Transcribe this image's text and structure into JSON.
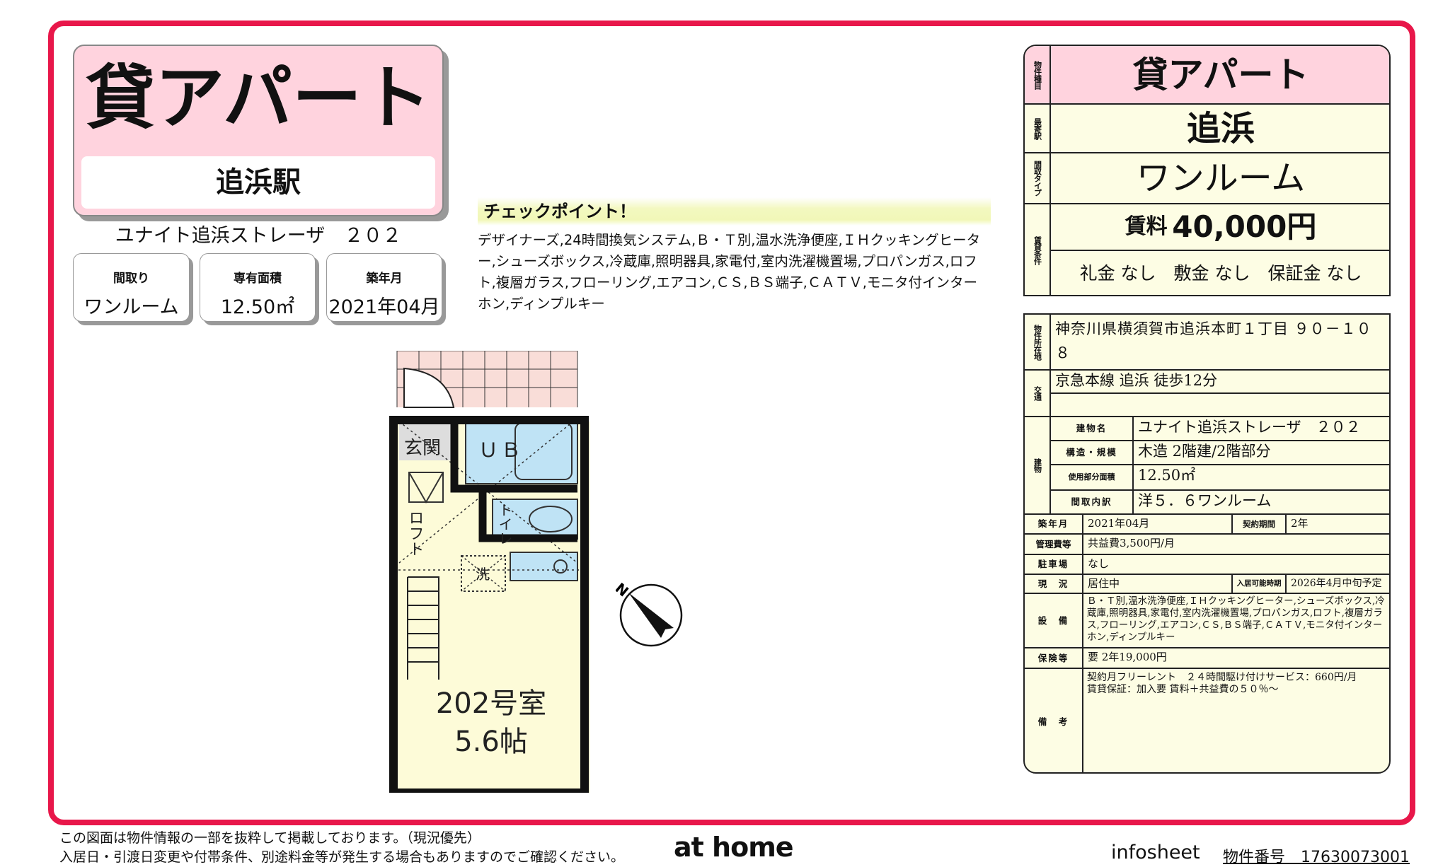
{
  "header": {
    "property_type": "貸アパート",
    "station": "追浜駅",
    "building_name": "ユナイト追浜ストレーザ　２０２"
  },
  "summary": [
    {
      "label": "間取り",
      "value": "ワンルーム"
    },
    {
      "label": "専有面積",
      "value": "12.50㎡"
    },
    {
      "label": "築年月",
      "value": "2021年04月"
    }
  ],
  "checkpoint": {
    "title": "チェックポイント！",
    "text": "デザイナーズ,24時間換気システム,Ｂ・Ｔ別,温水洗浄便座,ＩＨクッキングヒーター,シューズボックス,冷蔵庫,照明器具,家電付,室内洗濯機置場,プロパンガス,ロフト,複層ガラス,フローリング,エアコン,ＣＳ,ＢＳ端子,ＣＡＴＶ,モニタ付インターホン,ディンプルキー"
  },
  "floorplan": {
    "entrance": "玄関",
    "bath": "ＵＢ",
    "toilet": "トイレ",
    "loft": "ロフト",
    "washer": "洗",
    "room": "202号室",
    "size": "5.6帖",
    "compass": "N"
  },
  "info_top": {
    "type_label": "物件種目",
    "type": "貸アパート",
    "station_label": "最寄駅",
    "station": "追浜",
    "layout_label": "間取タイプ",
    "layout": "ワンルーム",
    "terms_label": "賃貸条件",
    "rent_prefix": "賃料",
    "rent": "40,000円",
    "deposits": "礼金 なし　敷金 なし　保証金 なし"
  },
  "info_table": {
    "address_label": "物件所在地",
    "address": "神奈川県横須賀市追浜本町１丁目 ９０－１０８",
    "transport_label": "交通",
    "transport": "京急本線 追浜 徒歩12分",
    "transport2": "",
    "building_label": "建物",
    "building_rows": [
      {
        "label": "建物名",
        "value": "ユナイト追浜ストレーザ　２０２"
      },
      {
        "label": "構造・規模",
        "value": "木造 2階建/2階部分"
      },
      {
        "label": "使用部分面積",
        "value": "12.50㎡"
      },
      {
        "label": "間取内訳",
        "value": "洋５．６ワンルーム"
      }
    ],
    "built_label": "築年月",
    "built": "2021年04月",
    "term_label": "契約期間",
    "term": "2年",
    "mgmt_label": "管理費等",
    "mgmt": "共益費3,500円/月",
    "parking_label": "駐車場",
    "parking": "なし",
    "status_label": "現　況",
    "status": "居住中",
    "movein_label": "入居可能時期",
    "movein": "2026年4月中旬予定",
    "equip_label": "設　備",
    "equip": "Ｂ・Ｔ別,温水洗浄便座,ＩＨクッキングヒーター,シューズボックス,冷蔵庫,照明器具,家電付,室内洗濯機置場,プロパンガス,ロフト,複層ガラス,フローリング,エアコン,ＣＳ,ＢＳ端子,ＣＡＴＶ,モニタ付インターホン,ディンプルキー",
    "insurance_label": "保険等",
    "insurance": "要 2年19,000円",
    "notes_label": "備　考",
    "notes1": "契約月フリーレント　２４時間駆け付けサービス：660円/月",
    "notes2": "賃貸保証：加入要 賃料＋共益費の５０％～"
  },
  "footer": {
    "note1": "この図面は物件情報の一部を抜粋して掲載しております。（現況優先）",
    "note2": "入居日・引渡日変更や付帯条件、別途料金等が発生する場合もありますのでご確認ください。",
    "logo": "at home",
    "infosheet": "infosheet",
    "property_no": "物件番号　17630073001"
  },
  "colors": {
    "frame": "#e8174a",
    "pink": "#ffd3de",
    "cream": "#fdfde4",
    "bath": "#bfe3f5",
    "room": "#fdfbd8",
    "tile": "#f9ddd8"
  }
}
